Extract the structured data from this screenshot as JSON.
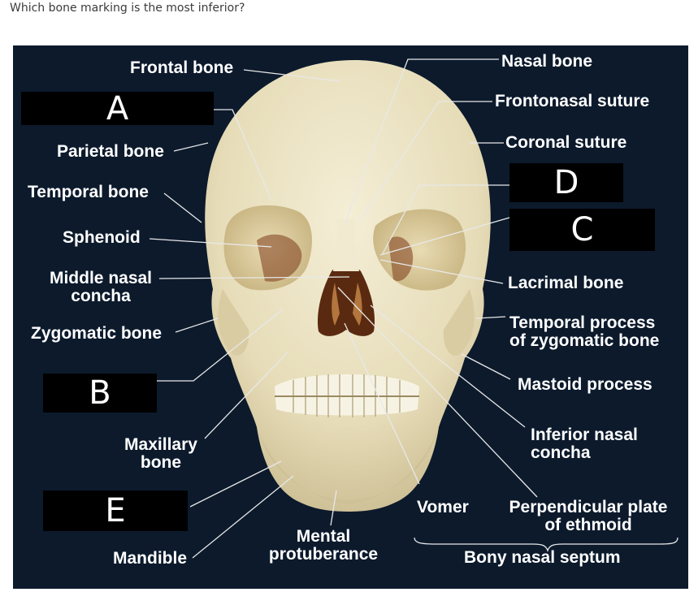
{
  "question": "Which bone marking is the most inferior?",
  "labels": {
    "frontal_bone": "Frontal bone",
    "parietal_bone": "Parietal bone",
    "temporal_bone": "Temporal bone",
    "sphenoid": "Sphenoid",
    "middle_nasal_concha_1": "Middle nasal",
    "middle_nasal_concha_2": "concha",
    "zygomatic_bone": "Zygomatic bone",
    "maxillary_bone_1": "Maxillary",
    "maxillary_bone_2": "bone",
    "mandible": "Mandible",
    "mental_protuberance_1": "Mental",
    "mental_protuberance_2": "protuberance",
    "vomer": "Vomer",
    "perpendicular_plate_1": "Perpendicular plate",
    "perpendicular_plate_2": "of ethmoid",
    "bony_nasal_septum": "Bony nasal septum",
    "nasal_bone": "Nasal bone",
    "frontonasal_suture": "Frontonasal suture",
    "coronal_suture": "Coronal suture",
    "lacrimal_bone": "Lacrimal bone",
    "temporal_process_1": "Temporal process",
    "temporal_process_2": "of zygomatic bone",
    "mastoid_process": "Mastoid process",
    "inferior_nasal_concha_1": "Inferior nasal",
    "inferior_nasal_concha_2": "concha"
  },
  "boxes": {
    "a": "A",
    "b": "B",
    "c": "C",
    "d": "D",
    "e": "E"
  },
  "colors": {
    "panel_background": "#0c1a2c",
    "skull_bone": "#ebe3c4",
    "label_text": "#ffffff",
    "answer_box": "#000000"
  }
}
